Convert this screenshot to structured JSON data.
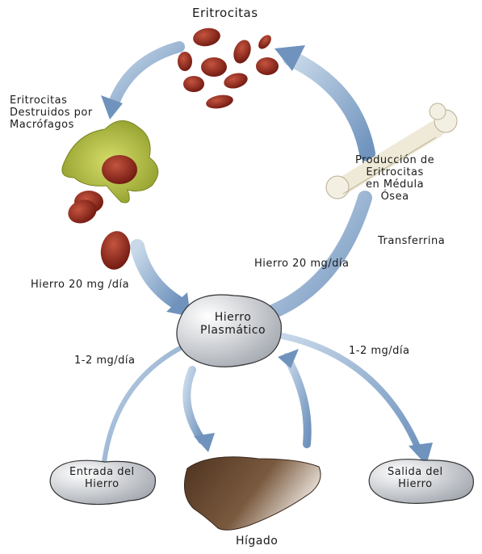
{
  "diagram": {
    "labels": {
      "eritrocitas": "Eritrocitas",
      "destruidos": [
        "Eritrocitas",
        "Destruidos por",
        "Macrófagos"
      ],
      "produccion": [
        "Producción de",
        "Eritrocitas",
        "en Médula",
        "Ósea"
      ],
      "transferrina": "Transferrina",
      "hierro_right": "Hierro 20 mg/día",
      "hierro_left": "Hierro 20 mg /día",
      "plasma": [
        "Hierro",
        "Plasmático"
      ],
      "rate_left": "1-2 mg/día",
      "rate_right": "1-2 mg/día",
      "entrada": [
        "Entrada del",
        "Hierro"
      ],
      "salida": [
        "Salida del",
        "Hierro"
      ],
      "higado": "Hígado"
    },
    "icons": [
      "erythrocyte-icon",
      "macrophage-icon",
      "bone-icon",
      "liver-icon",
      "iron-plasma-blob-icon",
      "cloud-node-icon"
    ],
    "colors": {
      "arrow": "#7d9fc6",
      "arrow_light": "#c9d9ea",
      "cell": "#8c2418",
      "macrophage": "#b7c24a",
      "liver": "#6b4a32",
      "node": "#d9dbe0"
    }
  }
}
